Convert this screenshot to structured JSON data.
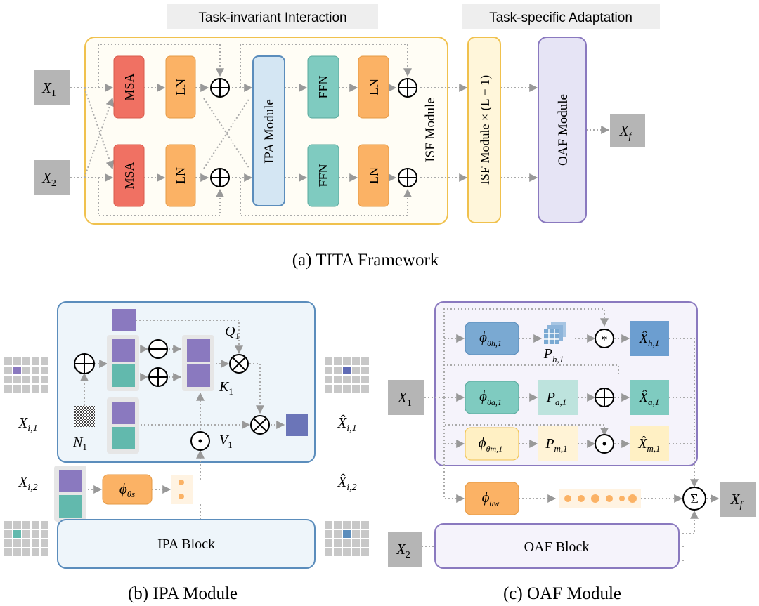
{
  "section_a": {
    "title": "(a) TITA Framework",
    "header_left": "Task-invariant Interaction",
    "header_right": "Task-specific Adaptation",
    "input_1": "X",
    "input_1_sub": "1",
    "input_2": "X",
    "input_2_sub": "2",
    "msa": "MSA",
    "ln": "LN",
    "ipa_module": "IPA Module",
    "ffn": "FFN",
    "isf_module": "ISF Module",
    "isf_repeat": "ISF Module × (L − 1)",
    "oaf_module": "OAF Module",
    "output": "X",
    "output_sub": "f"
  },
  "section_b": {
    "title": "(b) IPA Module",
    "q": "Q",
    "q_sub": "1",
    "k": "K",
    "k_sub": "1",
    "v": "V",
    "v_sub": "1",
    "n": "N",
    "n_sub": "1",
    "x_i1": "X",
    "x_i1_sub": "i,1",
    "x_i2": "X",
    "x_i2_sub": "i,2",
    "xhat_i1": "X̂",
    "xhat_i1_sub": "i,1",
    "xhat_i2": "X̂",
    "xhat_i2_sub": "i,2",
    "phi": "ϕ",
    "phi_sub": "θs",
    "ipa_block": "IPA Block"
  },
  "section_c": {
    "title": "(c) OAF Module",
    "x1": "X",
    "x1_sub": "1",
    "x2": "X",
    "x2_sub": "2",
    "phi_h": "ϕ",
    "phi_h_sub": "θh,1",
    "phi_a": "ϕ",
    "phi_a_sub": "θa,1",
    "phi_m": "ϕ",
    "phi_m_sub": "θm,1",
    "phi_w": "ϕ",
    "phi_w_sub": "θw",
    "p_h": "P",
    "p_h_sub": "h,1",
    "p_a": "P",
    "p_a_sub": "a,1",
    "p_m": "P",
    "p_m_sub": "m,1",
    "xhat_h": "X̂",
    "xhat_h_sub": "h,1",
    "xhat_a": "X̂",
    "xhat_a_sub": "a,1",
    "xhat_m": "X̂",
    "xhat_m_sub": "m,1",
    "oaf_block": "OAF Block",
    "sum_symbol": "Σ",
    "output": "X",
    "output_sub": "f"
  },
  "colors": {
    "msa": "#f07163",
    "ln": "#fbb265",
    "ffn": "#7fcbc0",
    "ipa": "#d4e6f3",
    "isf": "#fff6da",
    "oaf": "#e6e4f5",
    "purple": "#8a79bf",
    "teal": "#62b9ad",
    "gray": "#b5b5b5",
    "header_bg": "#eeeeee"
  }
}
